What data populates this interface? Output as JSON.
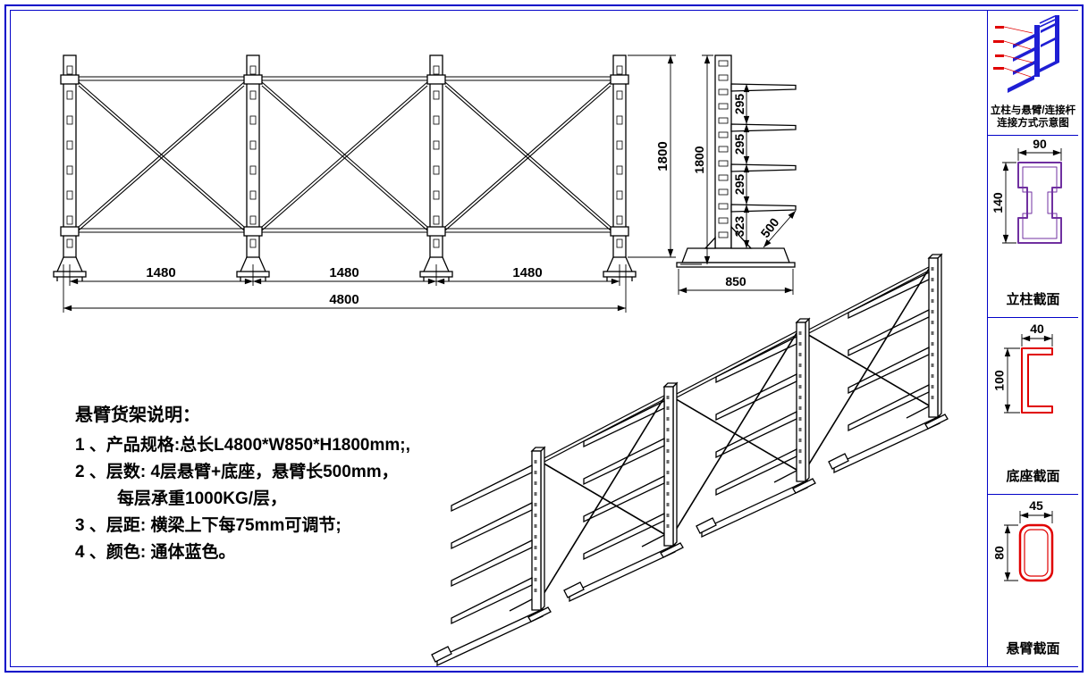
{
  "colors": {
    "frame_blue": "#0202c8",
    "drawing_black": "#000000",
    "column_section_purple": "#7030a0",
    "section_red": "#e00000",
    "detail_blue": "#1f1fd4"
  },
  "front_view": {
    "bay_dims": [
      "1480",
      "1480",
      "1480"
    ],
    "total_dim": "4800",
    "height_dim": "1800"
  },
  "side_view": {
    "height_dim": "1800",
    "spacing_dims": [
      "295",
      "295",
      "295"
    ],
    "bottom_spacing_dim": "323",
    "arm_length_dim": "500",
    "base_width_dim": "850"
  },
  "notes": {
    "title": "悬臂货架说明：",
    "lines": [
      "1 、产品规格:总长L4800*W850*H1800mm;,",
      "2 、层数: 4层悬臂+底座，悬臂长500mm，",
      "每层承重1000KG/层，",
      "3 、层距: 横梁上下每75mm可调节;",
      "4 、颜色: 通体蓝色。"
    ]
  },
  "sidebar": {
    "detail": {
      "caption_line1": "立柱与悬臂/连接杆",
      "caption_line2": "连接方式示意图"
    },
    "column_section": {
      "label": "立柱截面",
      "width_dim": "90",
      "height_dim": "140"
    },
    "base_section": {
      "label": "底座截面",
      "width_dim": "40",
      "height_dim": "100"
    },
    "arm_section": {
      "label": "悬臂截面",
      "width_dim": "45",
      "height_dim": "80"
    }
  }
}
